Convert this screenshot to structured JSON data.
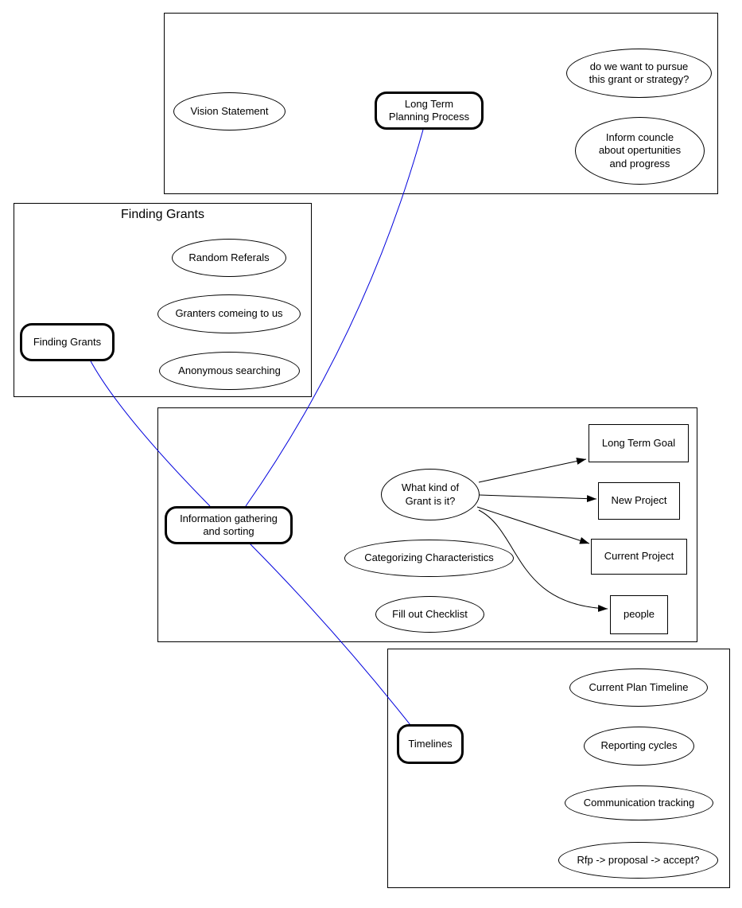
{
  "colors": {
    "canvas_background": "#ffffff",
    "shape_border": "#000000",
    "connector_blue": "#0000dd",
    "arrow_black": "#000000"
  },
  "sections": {
    "planning": {
      "nodes": {
        "vision_statement": "Vision Statement",
        "long_term_planning_process": "Long Term\nPlanning Process",
        "pursue_question": "do we want to pursue\nthis grant or strategy?",
        "inform_council": "Inform councle\nabout opertunities\nand progress"
      }
    },
    "finding_grants": {
      "title": "Finding Grants",
      "nodes": {
        "finding_grants": "Finding Grants",
        "random_referals": "Random Referals",
        "granters_coming_to_us": "Granters comeing to us",
        "anonymous_searching": "Anonymous searching"
      }
    },
    "information": {
      "nodes": {
        "information_gathering": "Information gathering\nand sorting",
        "what_kind_of_grant": "What kind of\nGrant is it?",
        "categorizing_characteristics": "Categorizing Characteristics",
        "fill_out_checklist": "Fill out Checklist",
        "long_term_goal": "Long Term Goal",
        "new_project": "New Project",
        "current_project": "Current Project",
        "people": "people"
      }
    },
    "timelines": {
      "nodes": {
        "timelines": "Timelines",
        "current_plan_timeline": "Current Plan Timeline",
        "reporting_cycles": "Reporting cycles",
        "communication_tracking": "Communication tracking",
        "rfp_flow": "Rfp -> proposal -> accept?"
      }
    }
  },
  "links": {
    "blue_links": [
      {
        "from": "long_term_planning_process",
        "to": "information_gathering"
      },
      {
        "from": "finding_grants",
        "to": "information_gathering"
      },
      {
        "from": "information_gathering",
        "to": "timelines"
      }
    ],
    "arrows": [
      {
        "from": "what_kind_of_grant",
        "to": "long_term_goal"
      },
      {
        "from": "what_kind_of_grant",
        "to": "new_project"
      },
      {
        "from": "what_kind_of_grant",
        "to": "current_project"
      },
      {
        "from": "what_kind_of_grant",
        "to": "people"
      }
    ]
  }
}
